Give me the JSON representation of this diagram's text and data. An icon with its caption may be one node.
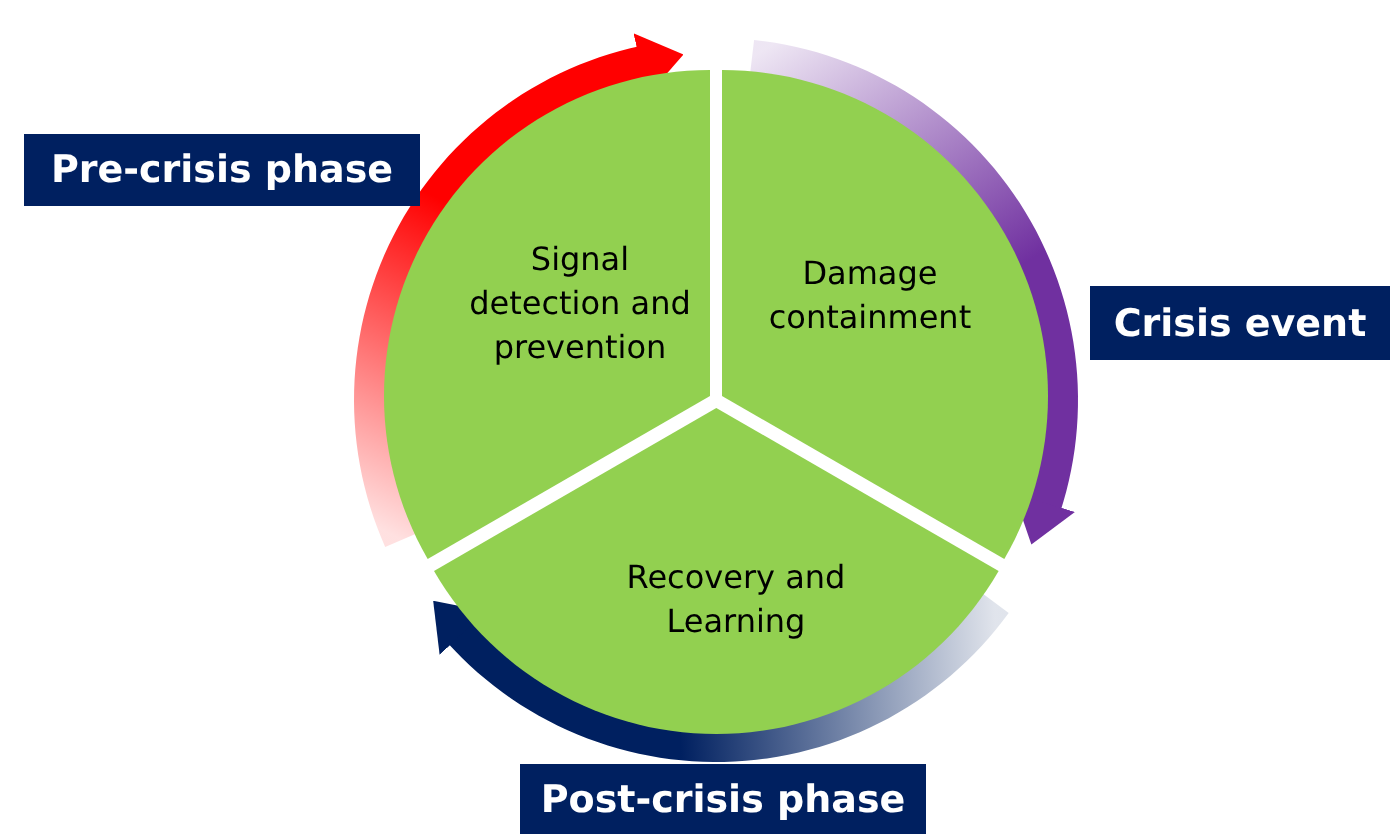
{
  "diagram": {
    "nodes": [
      {
        "text": [
          "Pre-crisis phase"
        ]
      },
      {
        "text": [
          "Signal detection and prevention"
        ]
      },
      {
        "text": [
          "Damage containment"
        ]
      },
      {
        "text": [
          "Crisis event"
        ]
      },
      {
        "text": [
          "Recovery and Learning"
        ]
      },
      {
        "text": [
          "Post-crisis phase"
        ]
      }
    ],
    "edges": [
      {
        "from": 1,
        "to": 2,
        "arrow": "to",
        "style": "thick",
        "color": "#ff0000"
      },
      {
        "from": 2,
        "to": 4,
        "arrow": "to",
        "style": "thick",
        "color": "#7030a0"
      },
      {
        "from": 4,
        "to": 1,
        "arrow": "to",
        "style": "thick",
        "color": "#002060"
      }
    ]
  }
}
